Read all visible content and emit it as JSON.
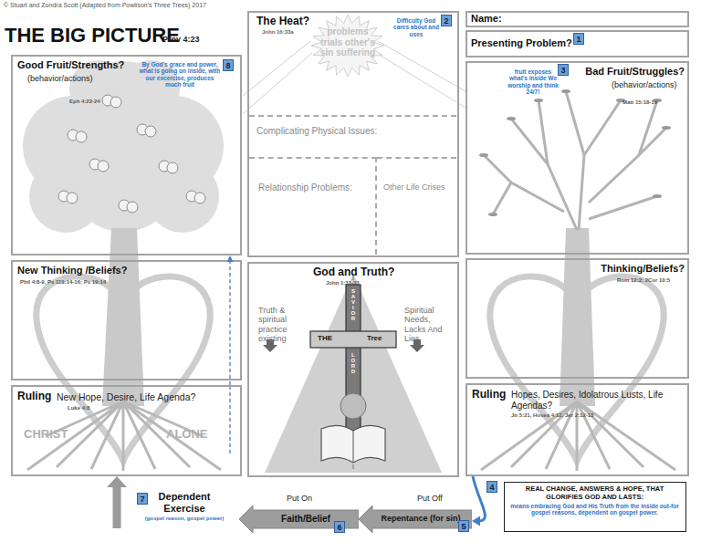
{
  "diagram": {
    "title": "THE BIG PICTURE",
    "nodes": [
      {
        "text": [
          "Good Fruit/Strengths?",
          "(behavior/actions)",
          "Eph 4:22-24",
          "By God's grace and power, what is going on inside, with our excercise, produces much fruit"
        ]
      },
      {
        "text": [
          "The Heat?",
          "John 16:33a",
          "Difficulty God cares about and uses"
        ]
      },
      {
        "text": [
          "problems trials other's sin suffering"
        ],
        "in": 1
      },
      {
        "text": [
          "Complicating Physical Issues:"
        ],
        "in": 1
      },
      {
        "text": [
          "Relationship Problems:"
        ],
        "in": 1
      },
      {
        "text": [
          "Other Life Crises"
        ],
        "in": 1
      },
      {
        "text": [
          "Name:"
        ]
      },
      {
        "text": [
          "Presenting Problem?"
        ]
      },
      {
        "text": [
          "Bad Fruit/Struggles?",
          "(behavior/actions)",
          "Matt 15:18-19",
          "fruit exposes what's inside We worship and think 24/7!"
        ]
      },
      {
        "text": [
          "New Thinking /Beliefs?",
          "Phil 4:8-9, Ps 119:14-16; Ps 19:14"
        ]
      },
      {
        "text": [
          "God and Truth?",
          "John 1:31-33",
          "Truth & spiritual practice existing",
          "Spiritual Needs, Lacks And Lies"
        ]
      },
      {
        "text": [
          "Thinking/Beliefs?",
          "Rom 12:2; 2Cor 10:5"
        ]
      },
      {
        "text": [
          "Ruling",
          "New Hope, Desire, Life Agenda?",
          "Luke 4:8",
          "CHRIST",
          "ALONE"
        ]
      },
      {
        "text": [
          "Ruling",
          "Hopes, Desires, Idolatrous Lusts, Life Agendas?",
          "Jn 5:21, Hosea 4:12, Jer 2:12-13"
        ]
      },
      {
        "text": [
          "Dependent Exercise",
          "(gospel reason, gospel power)"
        ]
      },
      {
        "text": [
          "Put On",
          "Faith/Belief"
        ]
      },
      {
        "text": [
          "Put Off",
          "Repentance (for sin)"
        ]
      },
      {
        "text": [
          "REAL CHANGE, ANSWERS & HOPE, THAT GLORIFIES GOD AND LASTS:",
          "means embracing God and His Truth from the inside out-for gospel reasons, dependent on gospel power."
        ]
      }
    ],
    "edges": [
      {
        "from": 13,
        "to": 16,
        "arrow": "to"
      },
      {
        "from": 14,
        "to": 12,
        "arrow": "to"
      },
      {
        "from": 12,
        "to": 0,
        "arrow": "to"
      }
    ],
    "labels": [
      "© Stuart and Zondra Scott (Adapted from Powlison's Three Trees) 2017",
      "Prov 4:23",
      "1",
      "2",
      "3",
      "4",
      "5",
      "6",
      "7",
      "8",
      "THE",
      "Tree",
      "SAVIOR",
      "LORD"
    ]
  }
}
